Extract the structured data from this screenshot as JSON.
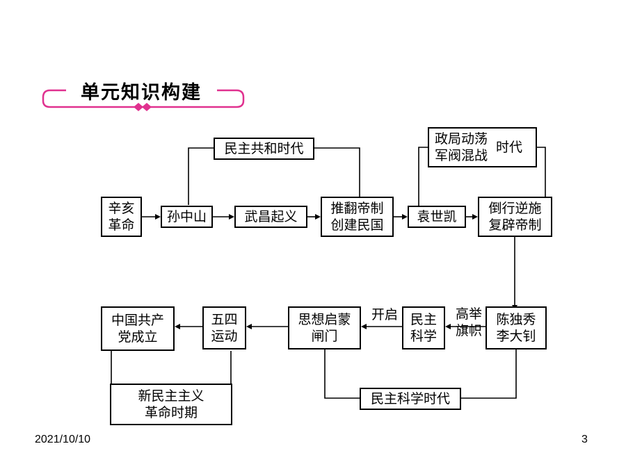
{
  "header": {
    "title": "单元知识构建",
    "accent_color": "#e0318f"
  },
  "nodes": {
    "xinhai": "辛亥\n革命",
    "sunzhongshan": "孙中山",
    "wuchang": "武昌起义",
    "tuifan": "推翻帝制\n创建民国",
    "yuanshikai": "袁世凯",
    "daoxing": "倒行逆施\n复辟帝制",
    "minzhu_gonghe": "民主共和时代",
    "zhengju": "政局动荡\n军阀混战",
    "shidai": "时代",
    "chen_li": "陈独秀\n李大钊",
    "minzhu_kexue": "民主\n科学",
    "sixiang": "思想启蒙\n闸门",
    "wusi": "五四\n运动",
    "zhonggong": "中国共产\n党成立",
    "minzhu_kexue_shidai": "民主科学时代",
    "xin_minzhu": "新民主主义\n革命时期"
  },
  "labels": {
    "gaoju_qizhi": "高举\n旗帜",
    "kaiqi": "开启"
  },
  "footer": {
    "date": "2021/10/10",
    "page": "3"
  }
}
